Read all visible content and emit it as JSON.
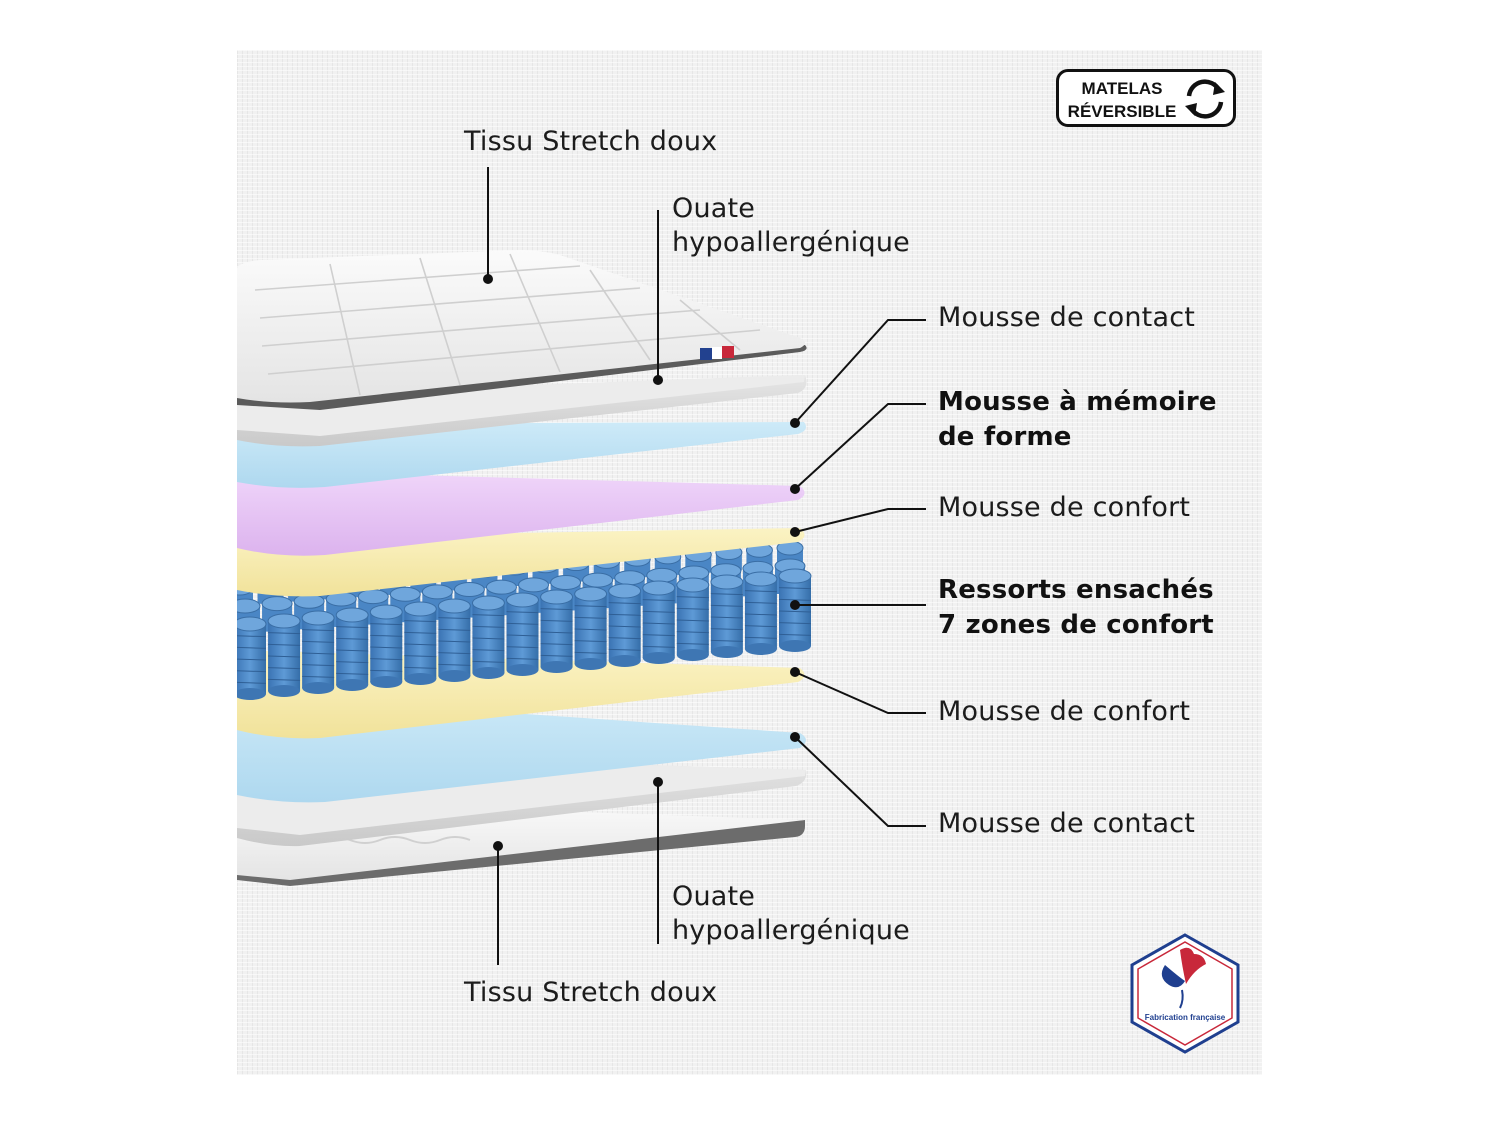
{
  "labels": {
    "top_fabric": "Tissu Stretch doux",
    "top_wadding_1": "Ouate",
    "top_wadding_2": "hypoallergénique",
    "top_contact": "Mousse de contact",
    "memory_1": "Mousse à mémoire",
    "memory_2": "de forme",
    "top_comfort": "Mousse de confort",
    "springs_1": "Ressorts ensachés",
    "springs_2": "7 zones de confort",
    "bottom_comfort": "Mousse de confort",
    "bottom_contact": "Mousse de contact",
    "bottom_wadding_1": "Ouate",
    "bottom_wadding_2": "hypoallergénique",
    "bottom_fabric": "Tissu Stretch doux"
  },
  "badge": {
    "line1": "MATELAS",
    "line2": "RÉVERSIBLE",
    "icon": "rotate-arrows-icon"
  },
  "origin_logo": {
    "caption": "Fabrication française",
    "icon": "french-rooster-hexagon-icon"
  },
  "colors": {
    "fabric": "#f4f4f4",
    "wadding": "#d9d9d9",
    "contact_foam": "#bfe3f5",
    "memory_foam": "#e9c9f5",
    "comfort_foam": "#f8eeb0",
    "springs": "#4a86c5",
    "leader": "#111111"
  }
}
